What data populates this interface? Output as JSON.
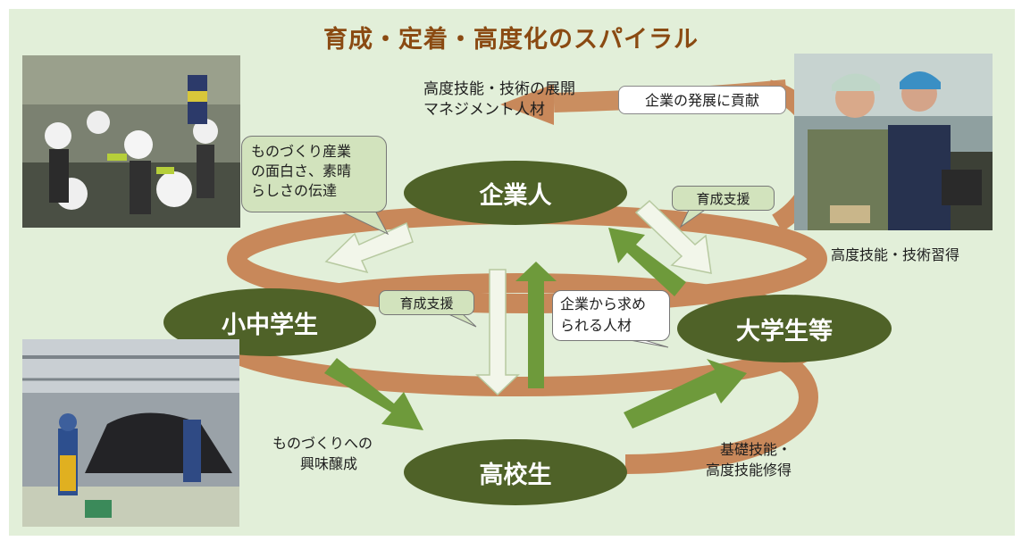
{
  "title": "育成・定着・高度化のスパイラル",
  "nodes": {
    "company": "企業人",
    "elementary": "小中学生",
    "high_school": "高校生",
    "university": "大学生等"
  },
  "labels": {
    "top_text_line1": "高度技能・技術の展開",
    "top_text_line2": "マネジメント人材",
    "contribute": "企業の発展に貢献",
    "monozukuri_line1": "ものづくり産業",
    "monozukuri_line2": "の面白さ、素晴",
    "monozukuri_line3": "らしさの伝達",
    "support_right": "育成支援",
    "support_center": "育成支援",
    "required_line1": "企業から求め",
    "required_line2": "られる人材",
    "advanced_skill": "高度技能・技術習得",
    "interest_line1": "ものづくりへの",
    "interest_line2": "興味醸成",
    "basic_line1": "基礎技能・",
    "basic_line2": "高度技能修得"
  },
  "colors": {
    "background": "#e2efd9",
    "title": "#8a4a12",
    "node": "#4f6228",
    "spiral": "#c8885a",
    "arrow_green": "#6e9a3b",
    "arrow_light": "#eef3e6",
    "callout_green": "#d2e3bd"
  }
}
